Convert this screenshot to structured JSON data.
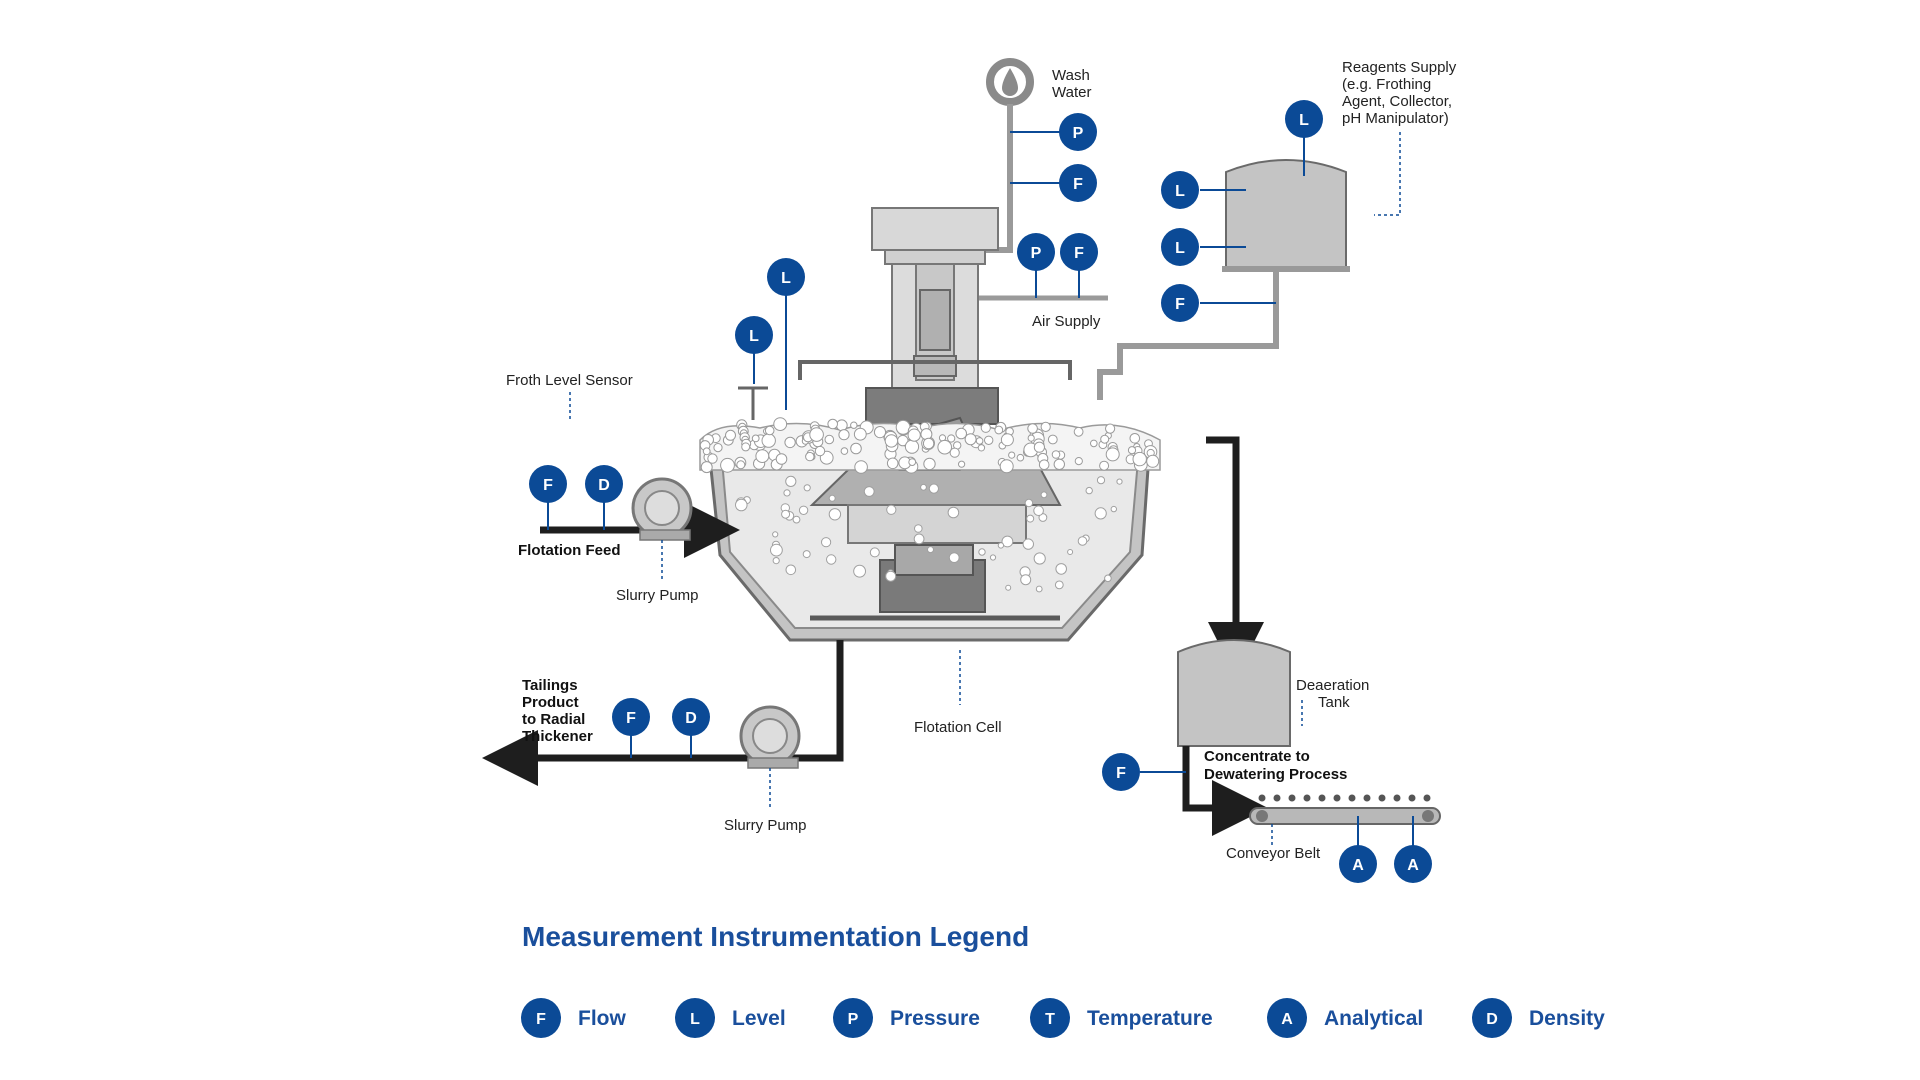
{
  "colors": {
    "badge": "#0b4a96",
    "legend_text": "#1a4f9c",
    "equipment_fill": "#c4c4c4",
    "equipment_stroke": "#666666",
    "pipe_dark": "#1e1e1e",
    "pipe_light": "#9a9a9a"
  },
  "labels": {
    "wash_water": [
      "Wash",
      "Water"
    ],
    "reagents_supply": [
      "Reagents Supply",
      "(e.g. Frothing",
      "Agent, Collector,",
      "pH Manipulator)"
    ],
    "air_supply": "Air Supply",
    "froth_level_sensor": "Froth Level Sensor",
    "flotation_feed": "Flotation Feed",
    "slurry_pump_top": "Slurry Pump",
    "tailings": [
      "Tailings",
      "Product",
      "to Radial",
      "Thickener"
    ],
    "flotation_cell": "Flotation Cell",
    "slurry_pump_bottom": "Slurry Pump",
    "deaeration_tank": [
      "Deaeration",
      "Tank"
    ],
    "concentrate": [
      "Concentrate to",
      "Dewatering Process"
    ],
    "conveyor_belt": "Conveyor Belt"
  },
  "badges": {
    "wash_p": "P",
    "wash_f": "F",
    "air_p": "P",
    "air_f": "F",
    "reagent_top_l": "L",
    "reagent_l1": "L",
    "reagent_l2": "L",
    "reagent_f": "F",
    "cell_l1": "L",
    "cell_l2": "L",
    "feed_f": "F",
    "feed_d": "D",
    "tail_f": "F",
    "tail_d": "D",
    "conc_f": "F",
    "belt_a1": "A",
    "belt_a2": "A"
  },
  "legend": {
    "title": "Measurement Instrumentation Legend",
    "items": [
      {
        "letter": "F",
        "text": "Flow"
      },
      {
        "letter": "L",
        "text": "Level"
      },
      {
        "letter": "P",
        "text": "Pressure"
      },
      {
        "letter": "T",
        "text": "Temperature"
      },
      {
        "letter": "A",
        "text": "Analytical"
      },
      {
        "letter": "D",
        "text": "Density"
      }
    ]
  }
}
